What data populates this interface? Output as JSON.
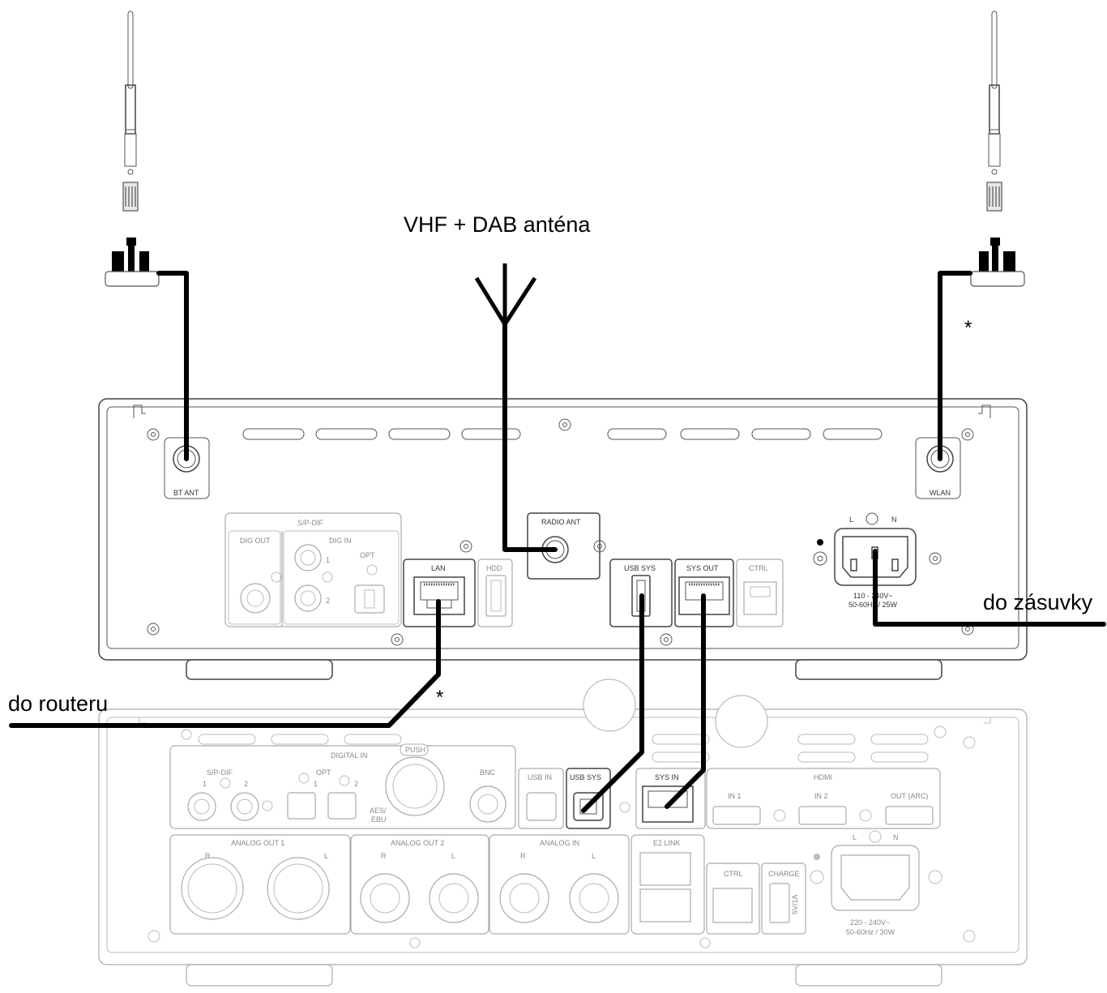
{
  "labels": {
    "antenna": "VHF + DAB anténa",
    "outlet": "do zásuvky",
    "router": "do routeru",
    "asterisk": "*"
  },
  "top_unit": {
    "bt_ant": "BT ANT",
    "wlan": "WLAN",
    "spdif": "S/P-DIF",
    "dig_out": "DIG OUT",
    "dig_in": "DIG IN",
    "opt": "OPT",
    "in1": "1",
    "in2": "2",
    "lan": "LAN",
    "hdd": "HDD",
    "radio_ant": "RADIO ANT",
    "usb_sys": "USB SYS",
    "sys_out": "SYS OUT",
    "ctrl": "CTRL",
    "power_l": "L",
    "power_n": "N",
    "power_spec_1": "110 - 240V~",
    "power_spec_2": "50-60Hz / 25W"
  },
  "bottom_unit": {
    "digital_in": "DIGITAL IN",
    "spdif": "S/P-DIF",
    "opt": "OPT",
    "push": "PUSH",
    "aes_ebu_1": "AES/",
    "aes_ebu_2": "EBU",
    "bnc": "BNC",
    "usb_in": "USB IN",
    "usb_sys": "USB SYS",
    "sys_in": "SYS IN",
    "hdmi": "HDMI",
    "hdmi_in1": "IN 1",
    "hdmi_in2": "IN 2",
    "hdmi_out": "OUT (ARC)",
    "analog_out_1": "ANALOG OUT 1",
    "analog_out_2": "ANALOG OUT 2",
    "analog_in": "ANALOG IN",
    "e2_link": "E2 LINK",
    "ctrl": "CTRL",
    "charge": "CHARGE",
    "charge_spec": "5V/1A",
    "ch_r": "R",
    "ch_l": "L",
    "n1": "1",
    "n2": "2",
    "power_l": "L",
    "power_n": "N",
    "power_spec_1": "220 - 240V~",
    "power_spec_2": "50-60Hz / 30W"
  }
}
